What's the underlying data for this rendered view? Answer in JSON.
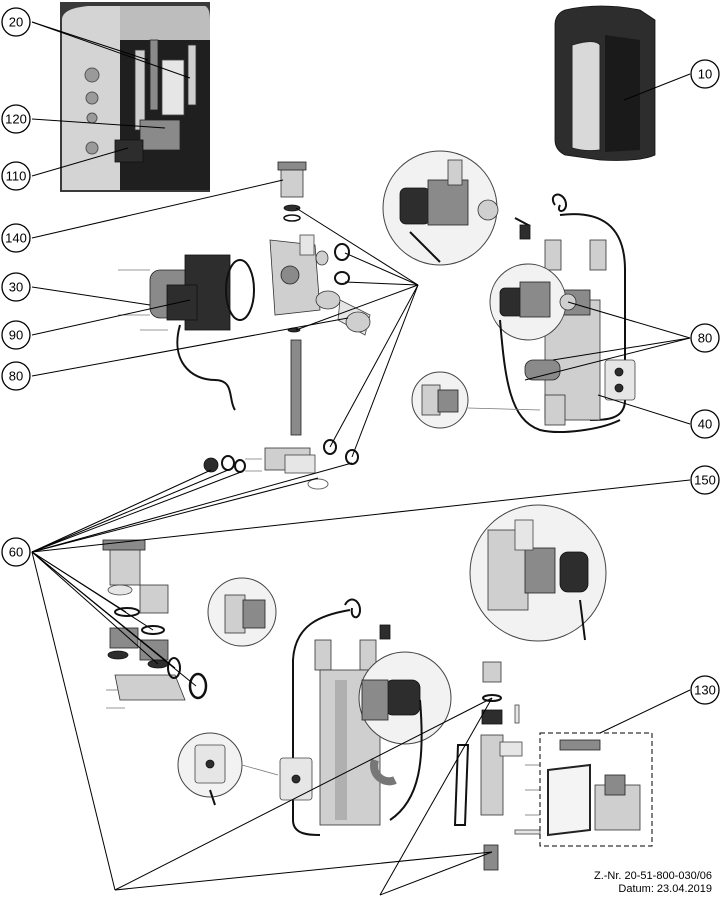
{
  "callouts": {
    "c20": "20",
    "c10": "10",
    "c120": "120",
    "c110": "110",
    "c140": "140",
    "c30": "30",
    "c90": "90",
    "c80a": "80",
    "c80b": "80",
    "c40": "40",
    "c150": "150",
    "c60": "60",
    "c130": "130"
  },
  "footer": {
    "drawing_number": "Z.-Nr. 20-51-800-030/06",
    "date": "Datum: 23.04.2019"
  }
}
